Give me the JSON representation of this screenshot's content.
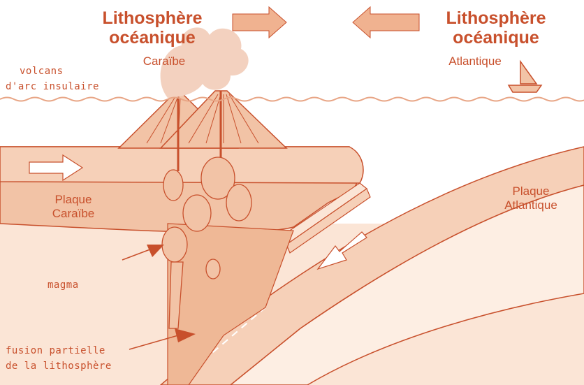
{
  "labels": {
    "litho_left_1": "Lithosphère",
    "litho_left_2": "océanique",
    "caraibe_top": "Caraïbe",
    "litho_right_1": "Lithosphère",
    "litho_right_2": "océanique",
    "atlantique_top": "Atlantique",
    "volcans_1": "volcans",
    "volcans_2": "d'arc insulaire",
    "plaque_caraibe_1": "Plaque",
    "plaque_caraibe_2": "Caraïbe",
    "plaque_atlantique_1": "Plaque",
    "plaque_atlantique_2": "Atlantique",
    "magma": "magma",
    "fusion_1": "fusion partielle",
    "fusion_2": "de la lithosphère"
  },
  "colors": {
    "ink": "#c8502c",
    "lithosphere": "#f2c3a6",
    "mantle": "#fbe5d6",
    "ridge": "#f6d0b8",
    "magma": "#efb896",
    "plume": "#f3d1bf",
    "arrow": "#f0b290"
  }
}
